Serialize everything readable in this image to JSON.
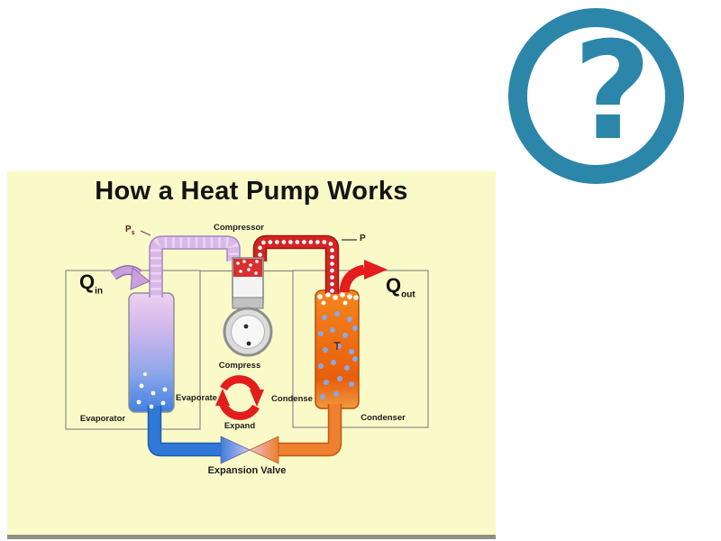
{
  "diagram": {
    "title": "How a Heat Pump Works",
    "panel_bg": "#FAFAC9",
    "labels": {
      "compressor": "Compressor",
      "compress": "Compress",
      "evaporate": "Evaporate",
      "condense": "Condense",
      "expand": "Expand",
      "evaporator": "Evaporator",
      "condenser": "Condenser",
      "expansion_valve": "Expansion Valve"
    },
    "annotations": {
      "q_in": {
        "main": "Q",
        "sub": "in"
      },
      "q_out": {
        "main": "Q",
        "sub": "out"
      },
      "p_suction": {
        "main": "P",
        "sub": "s"
      },
      "p_discharge": "P"
    },
    "colors": {
      "hot_line": "#D42525",
      "cold_line": "#3079D8",
      "suction_vapor": "#D9B8E8",
      "hot_liquid": "#EE8030",
      "cycle_arrows": "#E31C1C",
      "condenser_fill": "#F07818"
    }
  },
  "help_icon": {
    "glyph": "?",
    "color": "#2B86A9",
    "name": "question-mark-circle"
  }
}
